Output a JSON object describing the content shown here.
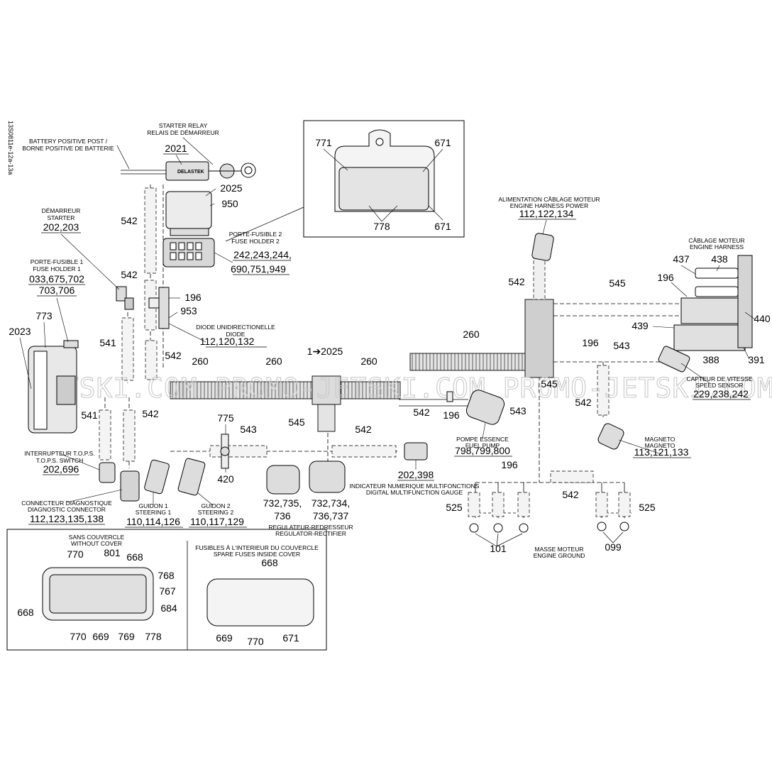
{
  "drawing_id": "13S0811e-12a-13a",
  "watermark": "JETSKI.COM  PROMO-JETSKI.COM  PROMO-JETSKI.COM",
  "starter_relay": {
    "label_en": "STARTER RELAY",
    "label_fr": "RELAIS DE DÉMARREUR",
    "part": "2021",
    "brand": "DELASTEK"
  },
  "battery_post": {
    "label_en": "BATTERY POSITIVE POST /",
    "label_fr": "BORNE POSITIVE DE BATTERIE"
  },
  "fuse_holder2": {
    "label_fr": "PORTE-FUSIBLE 2",
    "label_en": "FUSE HOLDER 2",
    "parts_1": "242,243,244,",
    "parts_2": "690,751,949"
  },
  "starter": {
    "label_fr": "DÉMARREUR",
    "label_en": "STARTER",
    "parts": "202,203"
  },
  "fuse_holder1": {
    "label_fr": "PORTE-FUSIBLE 1",
    "label_en": "FUSE HOLDER 1",
    "parts_1": "033,675,702",
    "parts_2": "703,706"
  },
  "diode": {
    "label_fr": "DIODE UNIDIRECTIONELLE",
    "label_en": "DIODE",
    "parts": "112,120,132"
  },
  "engine_harness_power": {
    "label_fr": "ALIMENTATION CÂBLAGE MOTEUR",
    "label_en": "ENGINE HARNESS POWER",
    "parts": "112,122,134"
  },
  "engine_harness": {
    "label_fr": "CÂBLAGE MOTEUR",
    "label_en": "ENGINE HARNESS"
  },
  "speed_sensor": {
    "label_fr": "CAPTEUR DE VITESSE",
    "label_en": "SPEED SENSOR",
    "parts": "229,238,242"
  },
  "fuel_pump": {
    "label_fr": "POMPE ESSENCE",
    "label_en": "FUEL PUMP",
    "parts": "798,799,800"
  },
  "magneto": {
    "label_fr": "MAGNETO",
    "label_en": "MAGNETO",
    "parts": "113,121,133"
  },
  "tops_switch": {
    "label_fr": "INTERRUPTEUR T.O.P.S.",
    "label_en": "T.O.P.S. SWITCH",
    "parts": "202,696"
  },
  "diag_connector": {
    "label_fr": "CONNECTEUR DIAGNOSTIQUE",
    "label_en": "DIAGNOSTIC CONNECTOR",
    "parts": "112,123,135,138"
  },
  "steering1": {
    "label_fr": "GUIDON 1",
    "label_en": "STEERING 1",
    "parts": "110,114,126"
  },
  "steering2": {
    "label_fr": "GUIDON 2",
    "label_en": "STEERING 2",
    "parts": "110,117,129"
  },
  "gauge": {
    "label_fr": "INDICATEUR NUMERIQUE MULTIFONCTIONS",
    "label_en": "DIGITAL MULTIFUNCTION GAUGE",
    "parts": "202,398"
  },
  "regulator": {
    "label_fr": "REGULATEUR-REDRESSEUR",
    "label_en": "REGULATOR-RECTIFIER",
    "parts_a1": "732,735,",
    "parts_a2": "736",
    "parts_b1": "732,734,",
    "parts_b2": "736,737"
  },
  "engine_ground": {
    "label_fr": "MASSE MOTEUR",
    "label_en": "ENGINE GROUND",
    "left": "101",
    "right": "099"
  },
  "without_cover": {
    "label_fr": "SANS COUVERCLE",
    "label_en": "WITHOUT COVER"
  },
  "spare_fuses": {
    "label_fr": "FUSIBLES À L'INTERIEUR DU COUVERCLE",
    "label_en": "SPARE FUSES INSIDE COVER"
  },
  "tee_ref": "1➔2025",
  "callouts": {
    "c2025": "2025",
    "c950": "950",
    "c542": "542",
    "c196": "196",
    "c953": "953",
    "c541": "541",
    "c260": "260",
    "c773": "773",
    "c2023": "2023",
    "c775": "775",
    "c543": "543",
    "c420": "420",
    "c545": "545",
    "c771": "771",
    "c671": "671",
    "c778": "778",
    "c437": "437",
    "c438": "438",
    "c440": "440",
    "c439": "439",
    "c388": "388",
    "c391": "391",
    "c525": "525",
    "c770": "770",
    "c801": "801",
    "c668": "668",
    "c768": "768",
    "c767": "767",
    "c684": "684",
    "c669": "669",
    "c769": "769"
  }
}
